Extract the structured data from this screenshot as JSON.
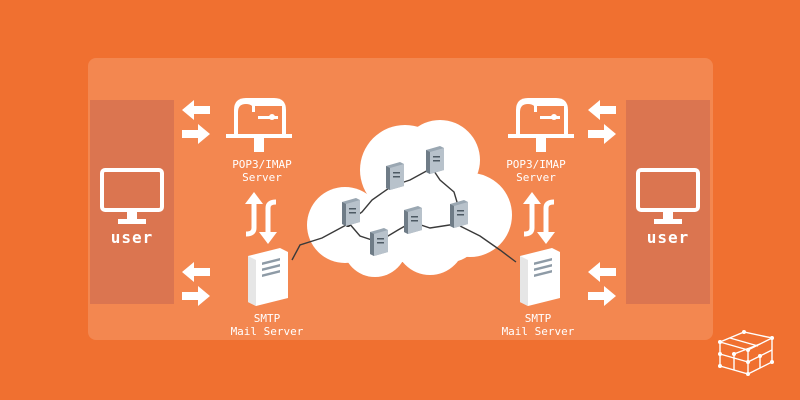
{
  "colors": {
    "background": "#f07030",
    "panel": "#f38750",
    "user_column": "#db7550",
    "white": "#ffffff",
    "server_grey": "#8e9ba6",
    "line": "#3a3a3a"
  },
  "left": {
    "user_label": "user",
    "pop_label_line1": "POP3/IMAP",
    "pop_label_line2": "Server",
    "smtp_label_line1": "SMTP",
    "smtp_label_line2": "Mail Server"
  },
  "right": {
    "user_label": "user",
    "pop_label_line1": "POP3/IMAP",
    "pop_label_line2": "Server",
    "smtp_label_line1": "SMTP",
    "smtp_label_line2": "Mail Server"
  },
  "icons": {
    "monitor": "monitor-icon",
    "mailbox": "mailbox-icon",
    "server": "server-icon",
    "arrows": "double-arrow-icon",
    "sync": "sync-arrows-icon",
    "cloud": "cloud-icon",
    "logo": "cube-network-logo"
  }
}
